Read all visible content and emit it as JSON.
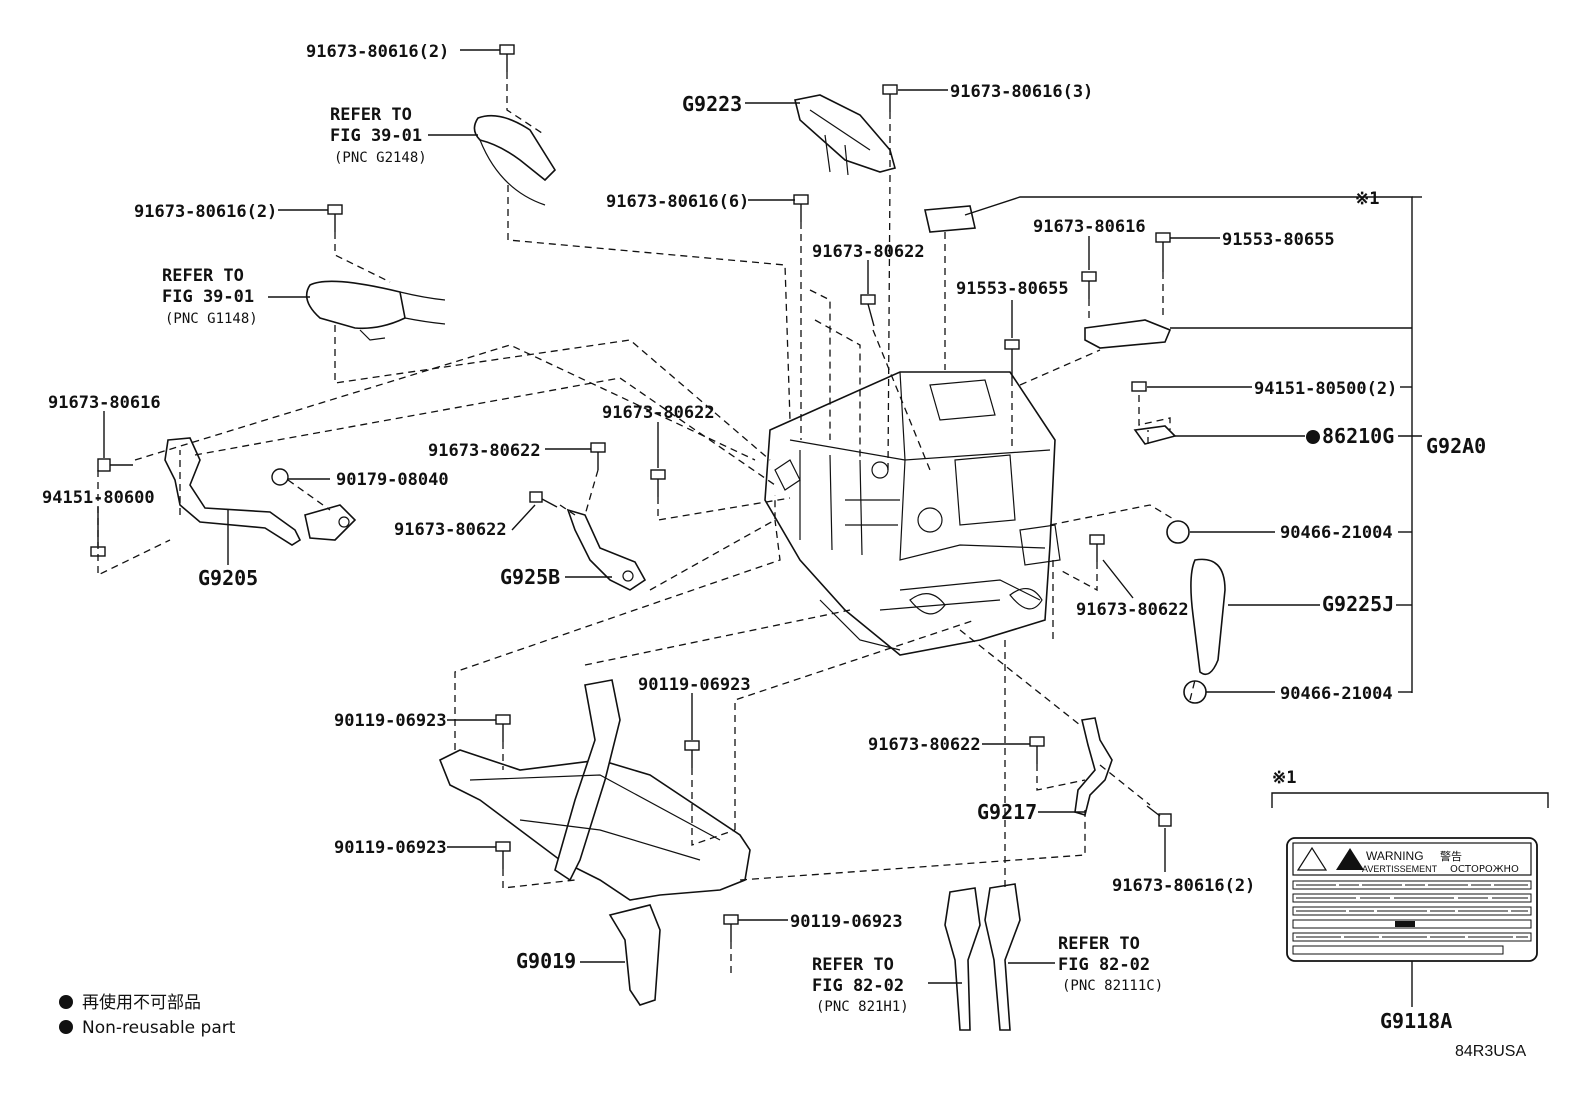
{
  "part_labels": {
    "p_91673_80616_2_top": "91673-80616(2)",
    "p_refer_g2148_l1": "REFER TO",
    "p_refer_g2148_l2": "FIG 39-01",
    "p_refer_g2148_l3": "(PNC G2148)",
    "p_91673_80616_2_mid": "91673-80616(2)",
    "p_refer_g1148_l1": "REFER TO",
    "p_refer_g1148_l2": "FIG 39-01",
    "p_refer_g1148_l3": "(PNC G1148)",
    "p_91673_80616_left": "91673-80616",
    "p_94151_80600": "94151-80600",
    "p_90179_08040": "90179-08040",
    "p_g9205": "G9205",
    "p_g9223": "G9223",
    "p_91673_80616_3": "91673-80616(3)",
    "p_91673_80616_6": "91673-80616(6)",
    "p_91673_80622_a": "91673-80622",
    "p_91673_80622_b": "91673-80622",
    "p_91673_80622_c": "91673-80622",
    "p_91673_80622_d": "91673-80622",
    "p_g925b": "G925B",
    "p_note_mark_top": "※1",
    "p_91673_80616_r": "91673-80616",
    "p_91553_80655_a": "91553-80655",
    "p_91553_80655_b": "91553-80655",
    "p_94151_80500_2": "94151-80500(2)",
    "p_86210g": "86210G",
    "p_g92a0": "G92A0",
    "p_90466_21004_a": "90466-21004",
    "p_g9225j": "G9225J",
    "p_90466_21004_b": "90466-21004",
    "p_91673_80622_e": "91673-80622",
    "p_90119_06923_a": "90119-06923",
    "p_90119_06923_b": "90119-06923",
    "p_90119_06923_c": "90119-06923",
    "p_90119_06923_d": "90119-06923",
    "p_91673_80622_f": "91673-80622",
    "p_g9217": "G9217",
    "p_91673_80616_2_bot": "91673-80616(2)",
    "p_g9019": "G9019",
    "p_refer_821h1_l1": "REFER TO",
    "p_refer_821h1_l2": "FIG 82-02",
    "p_refer_821h1_l3": "(PNC 821H1)",
    "p_refer_82111c_l1": "REFER TO",
    "p_refer_82111c_l2": "FIG 82-02",
    "p_refer_82111c_l3": "(PNC 82111C)",
    "p_note_mark_box": "※1",
    "p_g9118a": "G9118A"
  },
  "warning_label": {
    "warning": "WARNING",
    "avertissement": "AVERTISSEMENT",
    "jp": "警告",
    "ru": "ОСТОРОЖНО"
  },
  "legend": {
    "jp": "再使用不可部品",
    "en": "Non-reusable part"
  },
  "diagram_id": "84R3USA"
}
